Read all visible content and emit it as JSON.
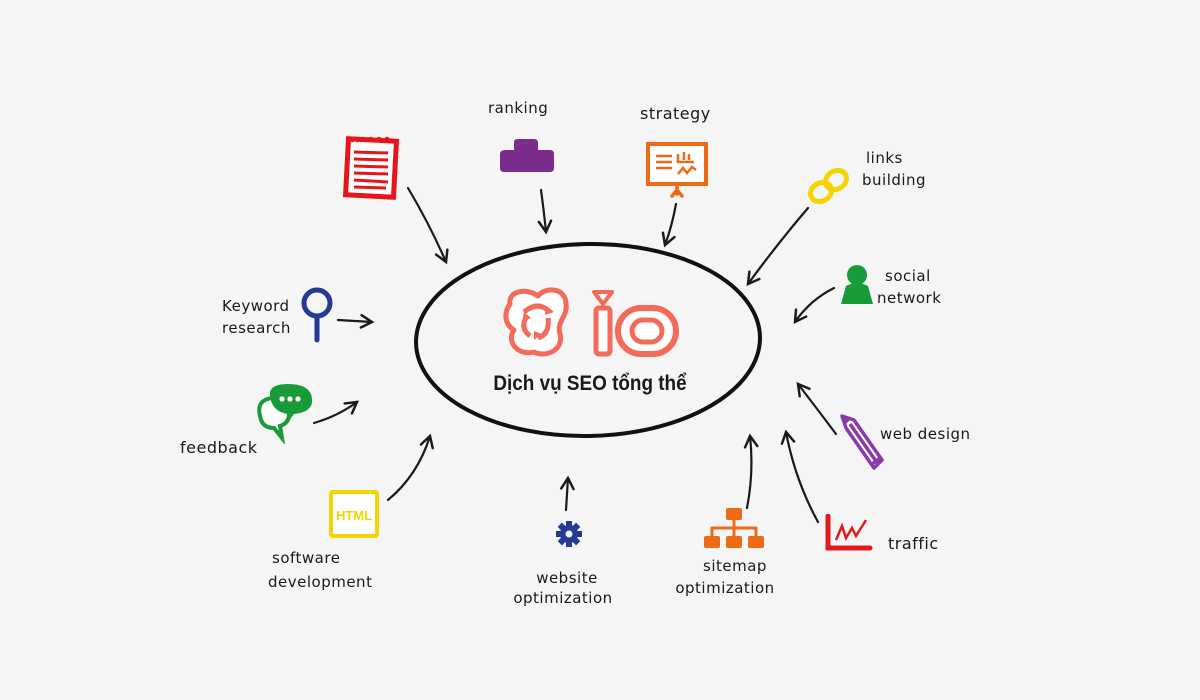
{
  "diagram": {
    "center": {
      "logo_text": "io",
      "title": "Dịch vụ SEO tổng thể",
      "logo_color": "#f26b5b"
    },
    "nodes": [
      {
        "id": "content",
        "label": "",
        "icon": "notepad-icon",
        "color": "#e8141b"
      },
      {
        "id": "ranking",
        "label": "ranking",
        "icon": "podium-icon",
        "color": "#7b2d8e"
      },
      {
        "id": "strategy",
        "label": "strategy",
        "icon": "presentation-board-icon",
        "color": "#ef6a16"
      },
      {
        "id": "links-building",
        "label_line1": "links",
        "label_line2": "building",
        "icon": "chain-link-icon",
        "color": "#f7d400"
      },
      {
        "id": "social-network",
        "label_line1": "social",
        "label_line2": "network",
        "icon": "person-icon",
        "color": "#1a9b3a"
      },
      {
        "id": "web-design",
        "label": "web design",
        "icon": "pencil-icon",
        "color": "#8a3aa8"
      },
      {
        "id": "traffic",
        "label": "traffic",
        "icon": "line-chart-icon",
        "color": "#e01a1a"
      },
      {
        "id": "sitemap-optimization",
        "label_line1": "sitemap",
        "label_line2": "optimization",
        "icon": "sitemap-icon",
        "color": "#ef6a16"
      },
      {
        "id": "website-optimization",
        "label_line1": "website",
        "label_line2": "optimization",
        "icon": "gear-icon",
        "color": "#253a94"
      },
      {
        "id": "software-development",
        "label_line1": "software",
        "label_line2": "development",
        "icon": "html-icon",
        "icon_text": "HTML",
        "color": "#f7d400"
      },
      {
        "id": "feedback",
        "label": "feedback",
        "icon": "chat-bubbles-icon",
        "color": "#1a9b3a"
      },
      {
        "id": "keyword-research",
        "label_line1": "Keyword",
        "label_line2": "research",
        "icon": "magnifier-icon",
        "color": "#253a94"
      }
    ],
    "colors": {
      "background": "#f5f5f5",
      "ink": "#1a1a1a"
    }
  }
}
